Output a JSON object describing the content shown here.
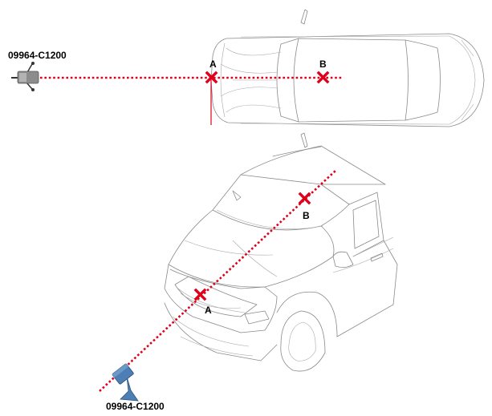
{
  "colors": {
    "laser_line": "#e0001a",
    "marker": "#e0001a",
    "tool_top_view": "#8c8c8c",
    "tool_3d_view": "#4d7fb4",
    "car_outline": "#8a8a8a"
  },
  "top_view": {
    "tool_label": "09964-C1200",
    "point_a": "A",
    "point_b": "B"
  },
  "perspective_view": {
    "tool_label": "09964-C1200",
    "point_a": "A",
    "point_b": "B"
  }
}
